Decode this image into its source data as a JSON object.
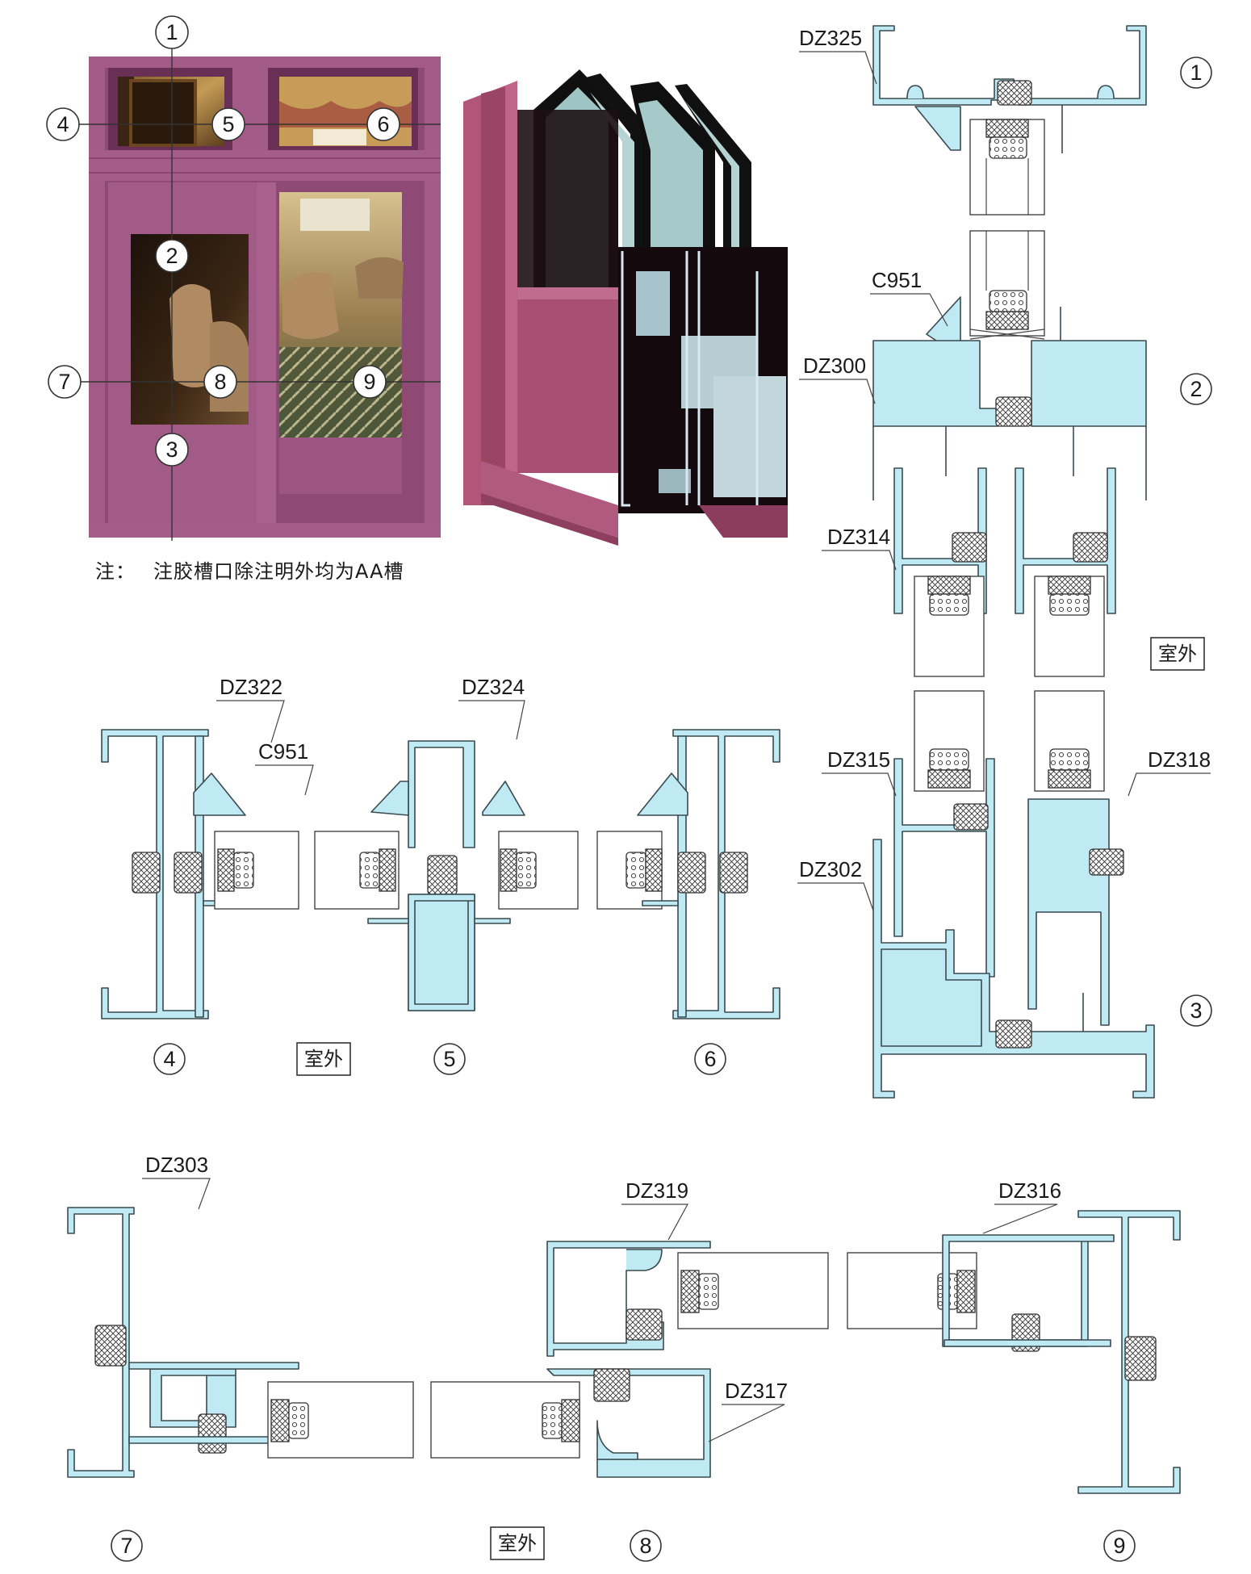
{
  "photo": {
    "frame_color": "#a05a85",
    "callouts": [
      "1",
      "2",
      "3",
      "4",
      "5",
      "6",
      "7",
      "8",
      "9"
    ]
  },
  "note": {
    "prefix": "注：",
    "text": "注胶槽口除注明外均为AA槽"
  },
  "render3d": {
    "frame_color": "#a0506e",
    "glass_color": "#9fc4c4"
  },
  "colors": {
    "profile_fill": "#bfeaf3",
    "profile_stroke": "#3a4a50"
  },
  "details": {
    "d1": {
      "number": "1",
      "labels": [
        "DZ325"
      ]
    },
    "d2": {
      "number": "2",
      "labels": [
        "C951",
        "DZ300"
      ]
    },
    "d3": {
      "number": "3",
      "labels": [
        "DZ314",
        "DZ315",
        "DZ318",
        "DZ302"
      ]
    },
    "d4": {
      "number": "4",
      "labels": [
        "DZ322",
        "C951"
      ]
    },
    "d5": {
      "number": "5",
      "labels": [
        "DZ324"
      ]
    },
    "d6": {
      "number": "6",
      "labels": []
    },
    "d7": {
      "number": "7",
      "labels": [
        "DZ303"
      ]
    },
    "d8": {
      "number": "8",
      "labels": [
        "DZ319",
        "DZ317"
      ]
    },
    "d9": {
      "number": "9",
      "labels": [
        "DZ316"
      ]
    }
  },
  "outside_label": "室外"
}
